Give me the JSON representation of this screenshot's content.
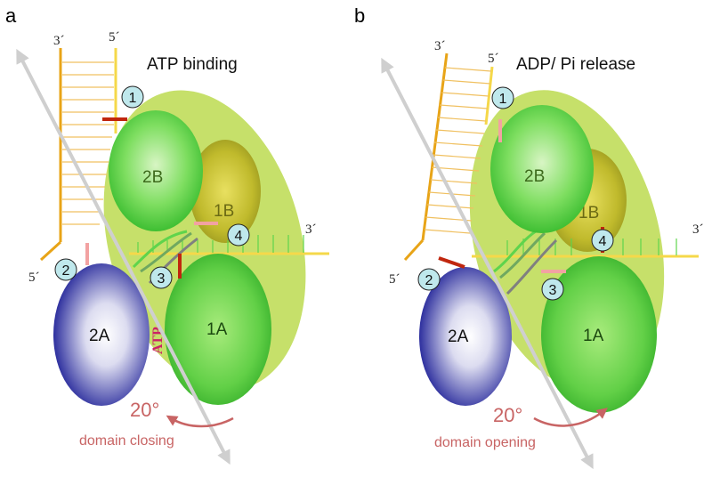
{
  "panels": [
    {
      "letter": "a",
      "title": "ATP binding",
      "strand_top_left": "3´",
      "strand_top_right": "5´",
      "strand_bottom_left": "5´",
      "strand_right": "3´",
      "domains": {
        "d2B": "2B",
        "d1B": "1B",
        "d2A": "2A",
        "d1A": "1A"
      },
      "markers": [
        "1",
        "2",
        "3",
        "4"
      ],
      "ligand": "ATP",
      "angle": "20°",
      "motion": "domain closing"
    },
    {
      "letter": "b",
      "title": "ADP/ Pi release",
      "strand_top_left": "3´",
      "strand_top_right": "5´",
      "strand_bottom_left": "5´",
      "strand_right": "3´",
      "domains": {
        "d2B": "2B",
        "d1B": "1B",
        "d2A": "2A",
        "d1A": "1A"
      },
      "markers": [
        "1",
        "2",
        "3",
        "4"
      ],
      "angle": "20°",
      "motion": "domain opening"
    }
  ],
  "colors": {
    "strand": "#e8a417",
    "strand_light": "#f5d84a",
    "rung": "#f0c060",
    "body": "#c6e06a",
    "domain_green": "#5fd44c",
    "domain_olive": "#b8b52a",
    "domain_2A": "#2d2f9e",
    "marker_fill": "#bfe8ec",
    "bar_dark": "#c0260e",
    "bar_light": "#f2a2a2",
    "axis_arrow": "#cfcfcf",
    "label_red": "#c86464",
    "atp_text": "#cc2266"
  }
}
